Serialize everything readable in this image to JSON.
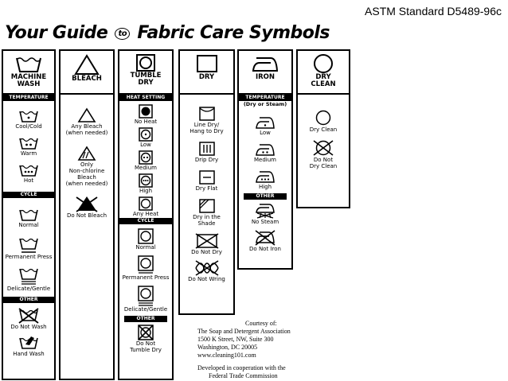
{
  "standard": "ASTM Standard D5489-96c",
  "title": {
    "part1": "Your Guide",
    "to": "to",
    "part2": "Fabric Care Symbols"
  },
  "columns": {
    "wash": {
      "header": "MACHINE WASH",
      "sections": {
        "temperature": "TEMPERATURE",
        "cycle": "CYCLE",
        "other": "OTHER"
      },
      "items": {
        "cool": "Cool/Cold",
        "warm": "Warm",
        "hot": "Hot",
        "normal": "Normal",
        "permanent": "Permanent Press",
        "delicate": "Delicate/Gentle",
        "do_not_wash": "Do Not Wash",
        "hand_wash": "Hand Wash"
      }
    },
    "bleach": {
      "header": "BLEACH",
      "items": {
        "any_line1": "Any Bleach",
        "any_line2": "(when needed)",
        "nonchlor_line1": "Only",
        "nonchlor_line2": "Non-chlorine",
        "nonchlor_line3": "Bleach",
        "nonchlor_line4": "(when needed)",
        "do_not_bleach": "Do Not Bleach"
      }
    },
    "tumble": {
      "header_line1": "TUMBLE",
      "header_line2": "DRY",
      "sections": {
        "heat": "HEAT SETTING",
        "cycle": "CYCLE",
        "other": "OTHER"
      },
      "items": {
        "no_heat": "No Heat",
        "low": "Low",
        "medium": "Medium",
        "high": "High",
        "any_heat": "Any Heat",
        "normal": "Normal",
        "permanent": "Permanent Press",
        "delicate": "Delicate/Gentle",
        "do_not_line1": "Do Not",
        "do_not_line2": "Tumble Dry"
      }
    },
    "dry": {
      "header": "DRY",
      "items": {
        "line_line1": "Line Dry/",
        "line_line2": "Hang to Dry",
        "drip": "Drip Dry",
        "flat": "Dry Flat",
        "shade_line1": "Dry in the",
        "shade_line2": "Shade",
        "do_not_dry": "Do Not Dry",
        "do_not_wring": "Do Not Wring"
      }
    },
    "iron": {
      "header": "IRON",
      "sections": {
        "temperature": "TEMPERATURE",
        "other": "OTHER"
      },
      "sub": "(Dry or Steam)",
      "items": {
        "low": "Low",
        "medium": "Medium",
        "high": "High",
        "no_steam": "No Steam",
        "do_not_iron": "Do Not Iron"
      }
    },
    "dryclean": {
      "header_line1": "DRY",
      "header_line2": "CLEAN",
      "items": {
        "dry_clean": "Dry Clean",
        "do_not_line1": "Do Not",
        "do_not_line2": "Dry Clean"
      }
    }
  },
  "credit": {
    "courtesy": "Courtesy of:",
    "org": "The Soap and Detergent Association",
    "street": "1500 K Street, NW, Suite 300",
    "city": "Washington, DC 20005",
    "web": "www.cleaning101.com",
    "dev_line1": "Developed in cooperation with the",
    "dev_line2": "Federal Trade Commission"
  }
}
